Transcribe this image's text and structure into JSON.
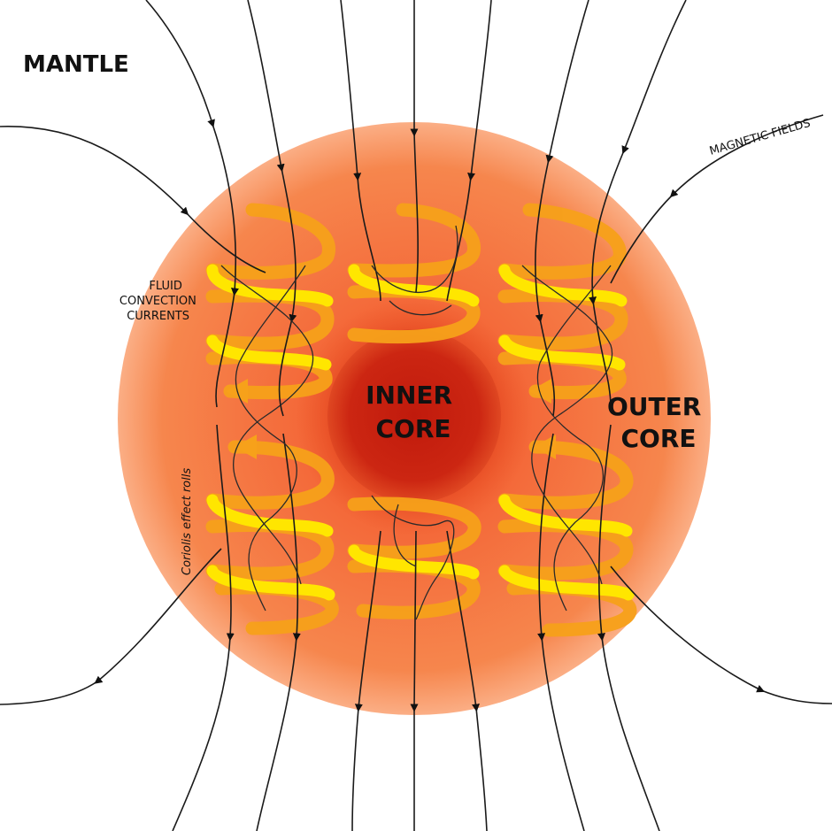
{
  "labels": {
    "mantle": "MANTLE",
    "inner_core": [
      "INNER",
      "CORE"
    ],
    "outer_core": [
      "OUTER",
      "CORE"
    ],
    "magnetic_fields": "MAGNETIC FIELDS",
    "fluid_convection": [
      "FLUID",
      "CONVECTION",
      "CURRENTS"
    ],
    "coriolis": "Coriolis effect rolls"
  },
  "colors": {
    "outer_core": "#f6864d",
    "outer_core_edge": "#fbb48a",
    "inner_core": "#c92110",
    "spiral_front": "#ffe600",
    "spiral_back": "#f7a11a",
    "field_line": "#1a1a1a"
  },
  "icons": [
    "arrowhead-icon",
    "spiral-arrow-icon"
  ]
}
